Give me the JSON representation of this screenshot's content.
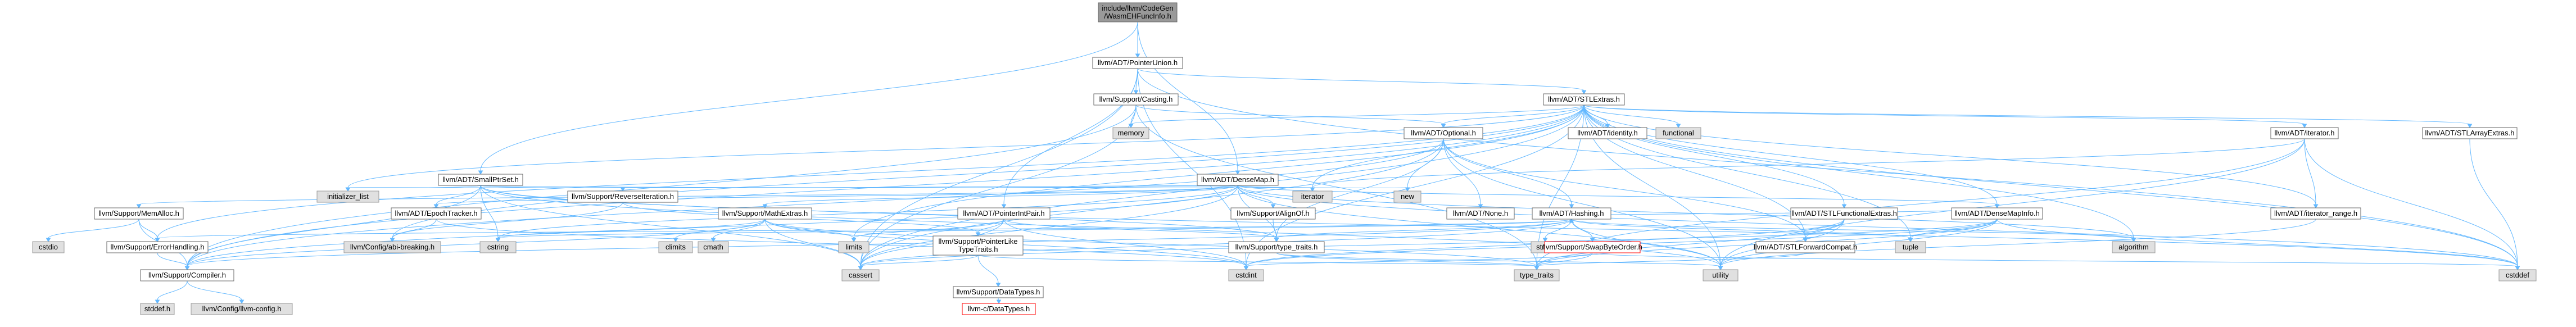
{
  "colors": {
    "root_fill": "#999999",
    "node_fill": "#ffffff",
    "node_stroke": "#666666",
    "system_fill": "#e0e0e0",
    "system_stroke": "#999999",
    "missing_stroke": "#ff0000",
    "edge": "#63b8ff"
  },
  "nodes": {
    "root": [
      "include/llvm/CodeGen",
      "/WasmEHFuncInfo.h"
    ],
    "pointerunion": [
      "llvm/ADT/PointerUnion.h"
    ],
    "casting": [
      "llvm/Support/Casting.h"
    ],
    "stlextras": [
      "llvm/ADT/STLExtras.h"
    ],
    "memory": [
      "memory"
    ],
    "optional": [
      "llvm/ADT/Optional.h"
    ],
    "functional": [
      "functional"
    ],
    "identity": [
      "llvm/ADT/identity.h"
    ],
    "iteratorh": [
      "llvm/ADT/iterator.h"
    ],
    "stlarrayextras": [
      "llvm/ADT/STLArrayExtras.h"
    ],
    "smallptrset": [
      "llvm/ADT/SmallPtrSet.h"
    ],
    "densemap": [
      "llvm/ADT/DenseMap.h"
    ],
    "memalloc": [
      "llvm/Support/MemAlloc.h"
    ],
    "initlist": [
      "initializer_list"
    ],
    "epochtracker": [
      "llvm/ADT/EpochTracker.h"
    ],
    "reverseiter": [
      "llvm/Support/ReverseIteration.h"
    ],
    "mathextras": [
      "llvm/Support/MathExtras.h"
    ],
    "pointerintpair": [
      "llvm/ADT/PointerIntPair.h"
    ],
    "alignof": [
      "llvm/Support/AlignOf.h"
    ],
    "iterator": [
      "iterator"
    ],
    "new": [
      "new"
    ],
    "none": [
      "llvm/ADT/None.h"
    ],
    "hashing": [
      "llvm/ADT/Hashing.h"
    ],
    "stlfunctional": [
      "llvm/ADT/STLFunctionalExtras.h"
    ],
    "densemapinfo": [
      "llvm/ADT/DenseMapInfo.h"
    ],
    "iterrange": [
      "llvm/ADT/iterator_range.h"
    ],
    "cstdio": [
      "cstdio"
    ],
    "errorhandling": [
      "llvm/Support/ErrorHandling.h"
    ],
    "abibreaking": [
      "llvm/Config/abi-breaking.h"
    ],
    "cstring": [
      "cstring"
    ],
    "climits": [
      "climits"
    ],
    "cmath": [
      "cmath"
    ],
    "limits": [
      "limits"
    ],
    "ptrliketraits": [
      "llvm/Support/PointerLike",
      "TypeTraits.h"
    ],
    "typetraitsh": [
      "llvm/Support/type_traits.h"
    ],
    "string": [
      "string"
    ],
    "swapbyteorder": [
      "llvm/Support/SwapByteOrder.h"
    ],
    "stlforwardcompat": [
      "llvm/ADT/STLForwardCompat.h"
    ],
    "tuple": [
      "tuple"
    ],
    "algorithm": [
      "algorithm"
    ],
    "compiler": [
      "llvm/Support/Compiler.h"
    ],
    "cassert": [
      "cassert"
    ],
    "datatypes": [
      "llvm/Support/DataTypes.h"
    ],
    "cstdint": [
      "cstdint"
    ],
    "type_traits": [
      "type_traits"
    ],
    "utility": [
      "utility"
    ],
    "cstddef": [
      "cstddef"
    ],
    "stddef": [
      "stddef.h"
    ],
    "llvmconfig": [
      "llvm/Config/llvm-config.h"
    ],
    "cdatatypes": [
      "llvm-c/DataTypes.h"
    ]
  }
}
